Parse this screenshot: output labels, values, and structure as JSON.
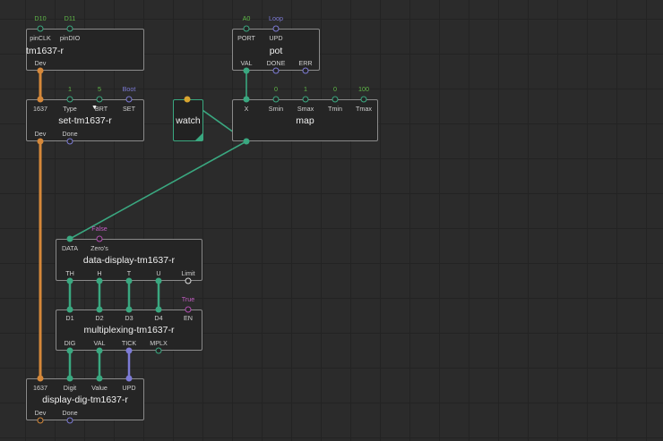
{
  "nodes": {
    "tm1637": {
      "title": "tm1637-r",
      "inputs": [
        {
          "label": "pinCLK",
          "value": "D10"
        },
        {
          "label": "pinDIO",
          "value": "D11"
        }
      ],
      "outputs": [
        {
          "label": "Dev"
        }
      ]
    },
    "set": {
      "title": "set-tm1637-r",
      "inputs": [
        {
          "label": "1637",
          "value": ""
        },
        {
          "label": "Type",
          "value": "1"
        },
        {
          "label": "BRT",
          "value": "5"
        },
        {
          "label": "SET",
          "value": "Boot"
        }
      ],
      "outputs": [
        {
          "label": "Dev"
        },
        {
          "label": "Done"
        }
      ]
    },
    "pot": {
      "title": "pot",
      "inputs": [
        {
          "label": "PORT",
          "value": "A0"
        },
        {
          "label": "UPD",
          "value": "Loop"
        }
      ],
      "outputs": [
        {
          "label": "VAL"
        },
        {
          "label": "DONE"
        },
        {
          "label": "ERR"
        }
      ]
    },
    "map": {
      "title": "map",
      "inputs": [
        {
          "label": "X",
          "value": ""
        },
        {
          "label": "Smin",
          "value": "0"
        },
        {
          "label": "Smax",
          "value": "1"
        },
        {
          "label": "Tmin",
          "value": "0"
        },
        {
          "label": "Tmax",
          "value": "100"
        }
      ]
    },
    "watch": {
      "title": "watch"
    },
    "data_display": {
      "title": "data-display-tm1637-r",
      "inputs": [
        {
          "label": "DATA",
          "value": ""
        },
        {
          "label": "Zero's",
          "value": "False"
        }
      ],
      "outputs": [
        {
          "label": "TH"
        },
        {
          "label": "H"
        },
        {
          "label": "T"
        },
        {
          "label": "U"
        },
        {
          "label": "Limit"
        }
      ]
    },
    "multiplexing": {
      "title": "multiplexing-tm1637-r",
      "inputs": [
        {
          "label": "D1",
          "value": ""
        },
        {
          "label": "D2",
          "value": ""
        },
        {
          "label": "D3",
          "value": ""
        },
        {
          "label": "D4",
          "value": ""
        },
        {
          "label": "EN",
          "value": "True"
        }
      ],
      "outputs": [
        {
          "label": "DIG"
        },
        {
          "label": "VAL"
        },
        {
          "label": "TICK"
        },
        {
          "label": "MPLX"
        }
      ]
    },
    "display_dig": {
      "title": "display-dig-tm1637-r",
      "inputs": [
        {
          "label": "1637"
        },
        {
          "label": "Digit"
        },
        {
          "label": "Value"
        },
        {
          "label": "UPD"
        }
      ],
      "outputs": [
        {
          "label": "Dev"
        },
        {
          "label": "Done"
        }
      ]
    }
  },
  "colors": {
    "background": "#2b2b2b",
    "grid": "#232323",
    "node_fill": "#252525",
    "node_border": "#8a8a8a",
    "number_pin": "#3aa880",
    "custom_type_pin": "#d5883a",
    "pulse_pin": "#7d7bd6",
    "boolean_pin": "#b34fb3",
    "byte_pin": "#e0e0e0",
    "pin_value_green": "#5fb848",
    "pin_value_blue": "#7d7bd6",
    "pin_value_magenta": "#c45ec4"
  },
  "icons": {
    "watch_corner": "triangle-corner-icon",
    "brt_marker": "triangle-down-icon"
  }
}
